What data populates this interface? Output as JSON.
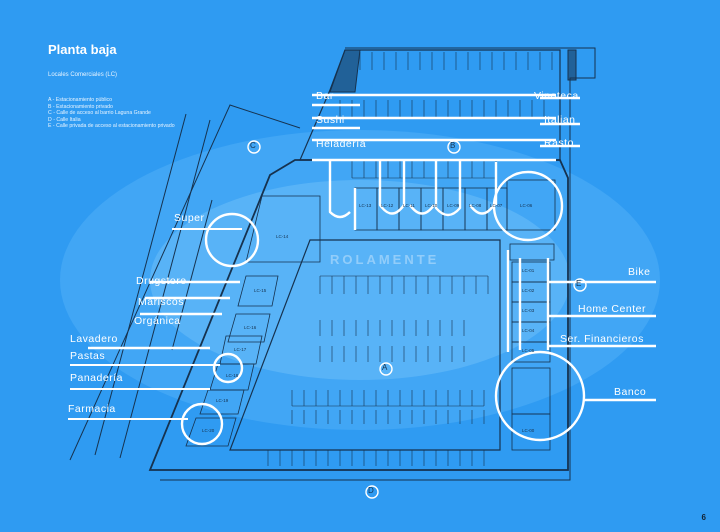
{
  "header": {
    "title": "Planta baja",
    "subtitle": "Locales Comerciales (LC)"
  },
  "legend": [
    "A - Estacionamiento público",
    "B - Estacionamiento privado",
    "C - Calle de acceso al barrio Laguna Grande",
    "D - Calle Italia",
    "E - Calle privada de acceso al estacionamiento privado"
  ],
  "zones": {
    "a": "A",
    "b": "B",
    "c": "C",
    "d": "D",
    "e": "E"
  },
  "left_labels": [
    "Super",
    "Drugstore",
    "Mariscos",
    "Orgánica",
    "Lavadero",
    "Pastas",
    "Panadería",
    "Farmacia"
  ],
  "right_labels": [
    "Vinoteca",
    "Italian",
    "Rasto",
    "Bike",
    "Home Center",
    "Ser. Financieros",
    "Banco"
  ],
  "top_labels": [
    "Bar",
    "Sushi",
    "Heladería"
  ],
  "units_top": [
    "LC-13",
    "LC-12",
    "LC-11",
    "LC-10",
    "LC-09",
    "LC-08",
    "LC-07"
  ],
  "unit_big": "LC-06",
  "unit_super": "LC-14",
  "units_left": [
    "LC-15",
    "LC-16",
    "LC-17",
    "LC-18",
    "LC-19",
    "LC-20"
  ],
  "units_right": [
    "LC-01",
    "LC-02",
    "LC-03",
    "LC-04",
    "LC-05"
  ],
  "unit_bottom_right": "LC-00",
  "watermark": "ROLAMENTE",
  "page_number": "6",
  "colors": {
    "background": "#2f9bf2",
    "lines": "#16324f",
    "highlight": "#ffffff"
  }
}
